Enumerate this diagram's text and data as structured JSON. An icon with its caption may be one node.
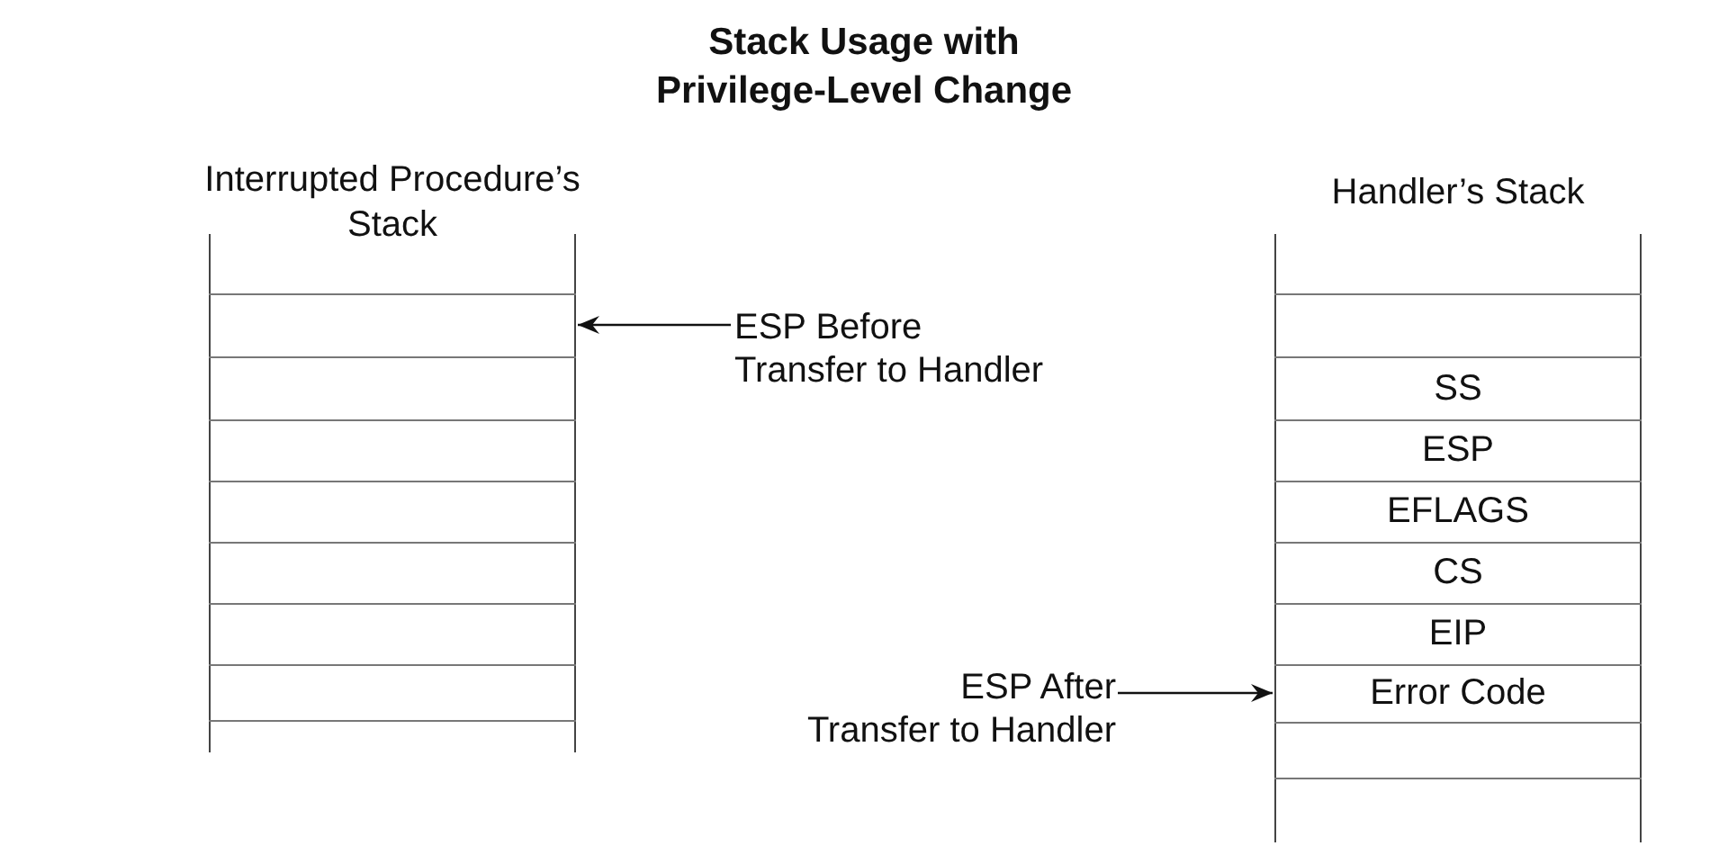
{
  "diagram": {
    "title": "Stack Usage with Privilege-Level Change",
    "nodes": [
      {
        "text": [
          "Interrupted Procedure’s Stack"
        ]
      },
      {
        "text": [],
        "shape": "box",
        "in": 0
      },
      {
        "text": [],
        "shape": "box",
        "in": 0
      },
      {
        "text": [],
        "shape": "box",
        "in": 0
      },
      {
        "text": [],
        "shape": "box",
        "in": 0
      },
      {
        "text": [],
        "shape": "box",
        "in": 0
      },
      {
        "text": [],
        "shape": "box",
        "in": 0
      },
      {
        "text": [],
        "shape": "box",
        "in": 0
      },
      {
        "text": [
          "ESP Before Transfer to Handler"
        ]
      },
      {
        "text": [
          "Handler’s Stack"
        ]
      },
      {
        "text": [],
        "shape": "box",
        "in": 9
      },
      {
        "text": [
          "SS"
        ],
        "in": 9
      },
      {
        "text": [
          "ESP"
        ],
        "in": 9
      },
      {
        "text": [
          "EFLAGS"
        ],
        "in": 9
      },
      {
        "text": [
          "CS"
        ],
        "in": 9
      },
      {
        "text": [
          "EIP"
        ],
        "in": 9
      },
      {
        "text": [
          "Error Code"
        ],
        "in": 9
      },
      {
        "text": [],
        "shape": "box",
        "in": 9
      },
      {
        "text": [
          "ESP After Transfer to Handler"
        ]
      }
    ],
    "edges": [
      {
        "from": 8,
        "to": 1,
        "arrow": "to"
      },
      {
        "from": 18,
        "to": 16,
        "arrow": "to"
      }
    ]
  }
}
